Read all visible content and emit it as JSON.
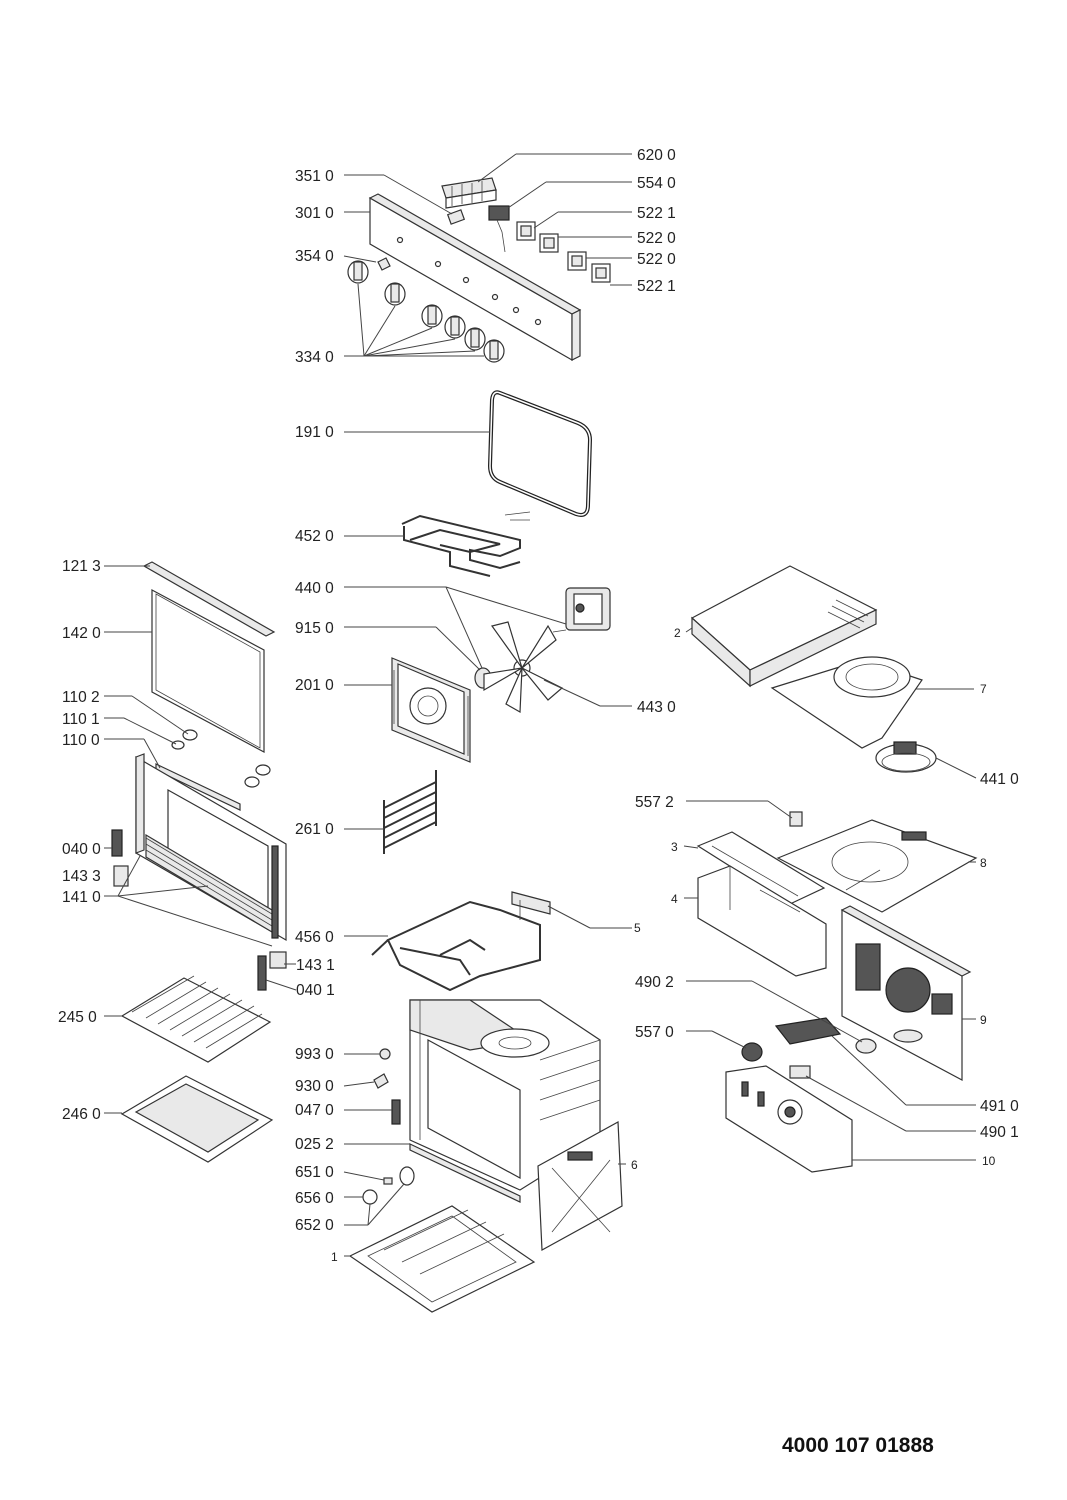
{
  "document_number": "4000 107 01888",
  "part_labels": {
    "p6200": "620 0",
    "p3510": "351 0",
    "p5540": "554 0",
    "p3010": "301 0",
    "p5221a": "522 1",
    "p5220a": "522 0",
    "p3540": "354 0",
    "p5220b": "522 0",
    "p5221b": "522 1",
    "p3340": "334 0",
    "p1910": "191 0",
    "p4520": "452 0",
    "p1213": "121 3",
    "p4400": "440 0",
    "p1420": "142 0",
    "p9150": "915 0",
    "p2010": "201 0",
    "p4430": "443 0",
    "p1102": "110 2",
    "p1101": "110 1",
    "p1100": "110 0",
    "p2610": "261 0",
    "p0400": "040 0",
    "p1433": "143 3",
    "p1410": "141 0",
    "p4560": "456 0",
    "p1431": "143 1",
    "p0401": "040 1",
    "p2450": "245 0",
    "p9930": "993 0",
    "p9300": "930 0",
    "p0470": "047 0",
    "p2460": "246 0",
    "p0252": "025 2",
    "p6510": "651 0",
    "p6560": "656 0",
    "p6520": "652 0",
    "p4410": "441 0",
    "p5572": "557 2",
    "p4902": "490 2",
    "p5570": "557 0",
    "p4910": "491 0",
    "p4901": "490 1",
    "n1": "1",
    "n2": "2",
    "n3": "3",
    "n4": "4",
    "n5": "5",
    "n6": "6",
    "n7": "7",
    "n8": "8",
    "n9": "9",
    "n10": "10"
  }
}
